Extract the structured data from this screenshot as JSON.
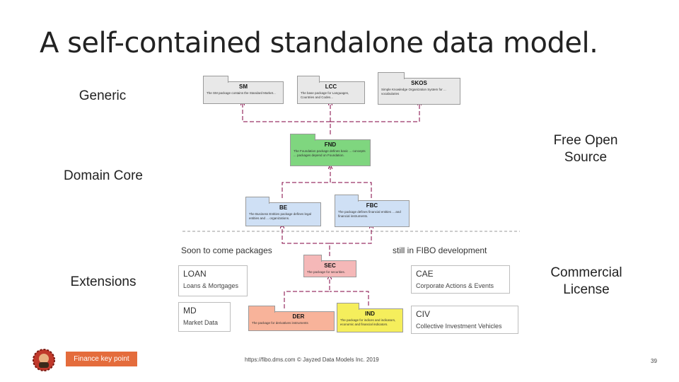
{
  "title": "A self-contained standalone data model.",
  "side_labels": {
    "generic": "Generic",
    "domain_core": "Domain Core",
    "extensions": "Extensions",
    "free_open_source": "Free Open Source",
    "commercial_license": "Commercial License"
  },
  "packages": {
    "sm": {
      "name": "SM",
      "desc": "The SM package contains the Standard Market..."
    },
    "lcc": {
      "name": "LCC",
      "desc": "The base package for Languages, Countries and Codes..."
    },
    "skos": {
      "name": "SKOS",
      "desc": "Simple Knowledge Organization System for ... vocabularies"
    },
    "fnd": {
      "name": "FND",
      "desc": "The Foundation package defines basic ... concepts ... packages depend on Foundation."
    },
    "be": {
      "name": "BE",
      "desc": "The Business Entities package defines legal entities and ... organizations."
    },
    "fbc": {
      "name": "FBC",
      "desc": "The package defines financial entities ... and financial instruments."
    },
    "sec": {
      "name": "SEC",
      "desc": "The package for securities."
    },
    "der": {
      "name": "DER",
      "desc": "The package for derivatives instruments"
    },
    "ind": {
      "name": "IND",
      "desc": "The package for indices and indicators, economic and financial indicators."
    }
  },
  "groups": {
    "soon": "Soon to come packages",
    "still": "still in FIBO development"
  },
  "extensions": {
    "loan": {
      "code": "LOAN",
      "name": "Loans & Mortgages"
    },
    "md": {
      "code": "MD",
      "name": "Market Data"
    },
    "cae": {
      "code": "CAE",
      "name": "Corporate Actions & Events"
    },
    "civ": {
      "code": "CIV",
      "name": "Collective Investment Vehicles"
    }
  },
  "footer": {
    "button": "Finance key point",
    "url": "https://fibo.dms.com",
    "copyright": "© Jayzed Data Models Inc. 2019",
    "page": "39"
  },
  "colors": {
    "connector": "#800040",
    "button": "#e46c3c",
    "fnd": "#7fd67f",
    "be_fbc": "#cfe0f5",
    "sec": "#f5b8b8",
    "der": "#f8b39a",
    "ind": "#f5ee5c"
  }
}
